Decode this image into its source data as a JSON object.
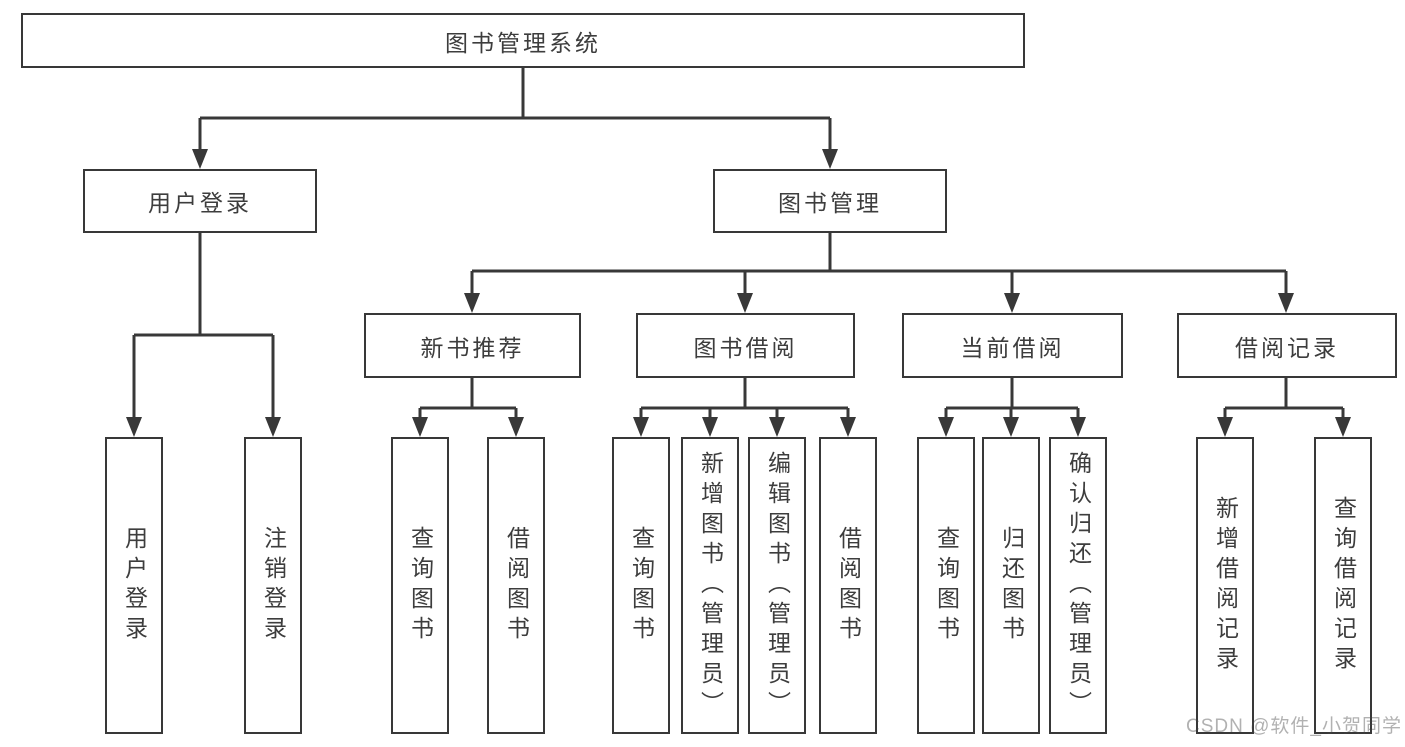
{
  "tree": {
    "label": "图书管理系统",
    "children": [
      {
        "label": "用户登录",
        "children": [
          {
            "label": "用户登录"
          },
          {
            "label": "注销登录"
          }
        ]
      },
      {
        "label": "图书管理",
        "children": [
          {
            "label": "新书推荐",
            "children": [
              {
                "label": "查询图书"
              },
              {
                "label": "借阅图书"
              }
            ]
          },
          {
            "label": "图书借阅",
            "children": [
              {
                "label": "查询图书"
              },
              {
                "label": "新增图书（管理员）"
              },
              {
                "label": "编辑图书（管理员）"
              },
              {
                "label": "借阅图书"
              }
            ]
          },
          {
            "label": "当前借阅",
            "children": [
              {
                "label": "查询图书"
              },
              {
                "label": "归还图书"
              },
              {
                "label": "确认归还（管理员）"
              }
            ]
          },
          {
            "label": "借阅记录",
            "children": [
              {
                "label": "新增借阅记录"
              },
              {
                "label": "查询借阅记录"
              }
            ]
          }
        ]
      }
    ]
  },
  "watermark": {
    "text": "CSDN @软件_小贺同学"
  },
  "colors": {
    "line": "#383838",
    "box_border": "#383838",
    "label_text": "#3d3d3d",
    "watermark_text": "#b5b5b5",
    "background": "#ffffff"
  }
}
